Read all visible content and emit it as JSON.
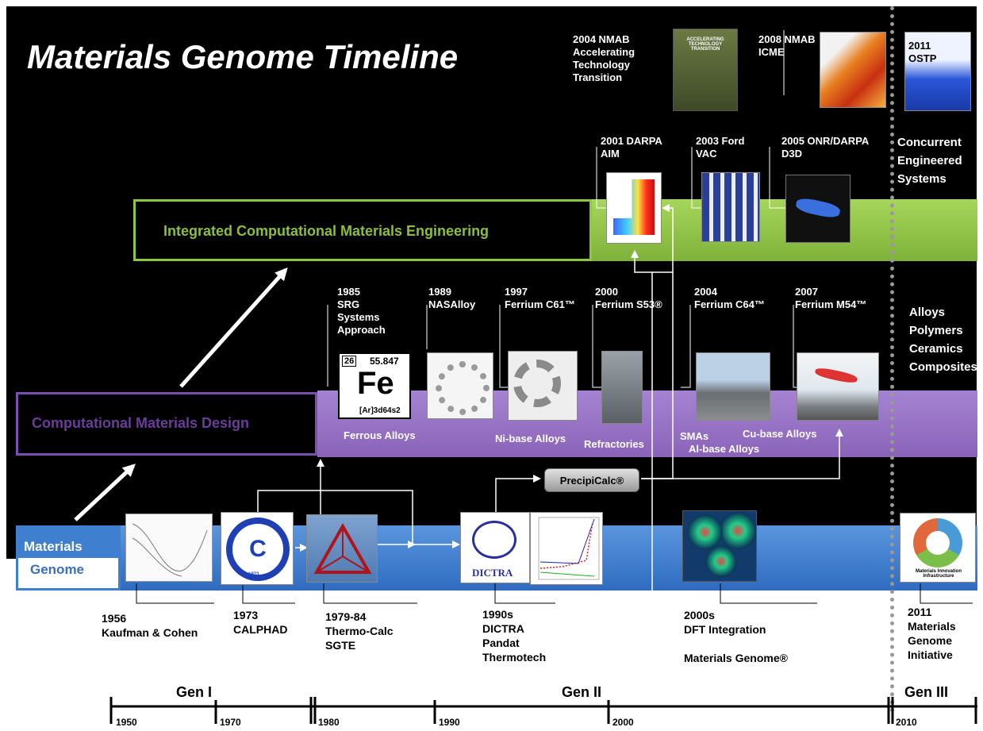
{
  "title": "Materials Genome Timeline",
  "bands": {
    "icme": "Integrated Computational Materials Engineering",
    "cmd": "Computational Materials Design",
    "genome": [
      "Materials",
      "Genome"
    ]
  },
  "top_docs": [
    {
      "text": "2004  NMAB\n        Accelerating\n        Technology\n        Transition",
      "cover_text": "ACCELERATING\nTECHNOLOGY\nTRANSITION"
    },
    {
      "text": "2008  NMAB\n        ICME"
    },
    {
      "text": "2011\nOSTP"
    }
  ],
  "icme_items": [
    {
      "text": "2001 DARPA\nAIM"
    },
    {
      "text": "2003 Ford\nVAC"
    },
    {
      "text": "2005 ONR/DARPA\nD3D"
    }
  ],
  "right_labels": {
    "concurrent": "Concurrent\nEngineered\nSystems",
    "materials": "Alloys\nPolymers\nCeramics\nComposites"
  },
  "alloy_items": [
    {
      "text": "1985\nSRG\nSystems\nApproach"
    },
    {
      "text": "1989\nNASAlloy"
    },
    {
      "text": "1997\nFerrium C61™"
    },
    {
      "text": "2000\nFerrium S53®"
    },
    {
      "text": "2004\nFerrium C64™"
    },
    {
      "text": "2007\nFerrium M54™"
    }
  ],
  "fe_tile": {
    "number": "26",
    "mass": "55.847",
    "symbol": "Fe",
    "config": "[Ar]3d64s2"
  },
  "band_labels": {
    "ferrous": "Ferrous  Alloys",
    "ni": "Ni-base Alloys",
    "refractories": "Refractories",
    "smas": "SMAs",
    "al": "Al-base Alloys",
    "cu": "Cu-base Alloys"
  },
  "precipicalc": "PrecipiCalc®",
  "dictra_logo": "DICTRA",
  "calphad_year": "1973",
  "milestones": [
    {
      "text": "1956\nKaufman & Cohen"
    },
    {
      "text": "1973\nCALPHAD"
    },
    {
      "text": "1979-84\nThermo-Calc\nSGTE"
    },
    {
      "text": "1990s\nDICTRA\nPandat\nThermotech"
    },
    {
      "text": "2000s\nDFT Integration\n\nMaterials Genome®"
    },
    {
      "text": "2011\nMaterials\nGenome\nInitiative"
    }
  ],
  "mgi_logo_text": "Materials Innovation\nInfrastructure",
  "generations": [
    "Gen I",
    "Gen II",
    "Gen III"
  ],
  "years": [
    "1950",
    "1970",
    "1980",
    "1990",
    "2000",
    "2010"
  ],
  "colors": {
    "background": "#000000",
    "icme_green": "#8dc63f",
    "icme_text": "#8dbe3a",
    "cmd_purple": "#9b72c8",
    "cmd_text": "#6a3d9a",
    "genome_blue": "#3f7fd0",
    "genome_text": "#3a6fc0",
    "dashed_divider": "#999999"
  }
}
